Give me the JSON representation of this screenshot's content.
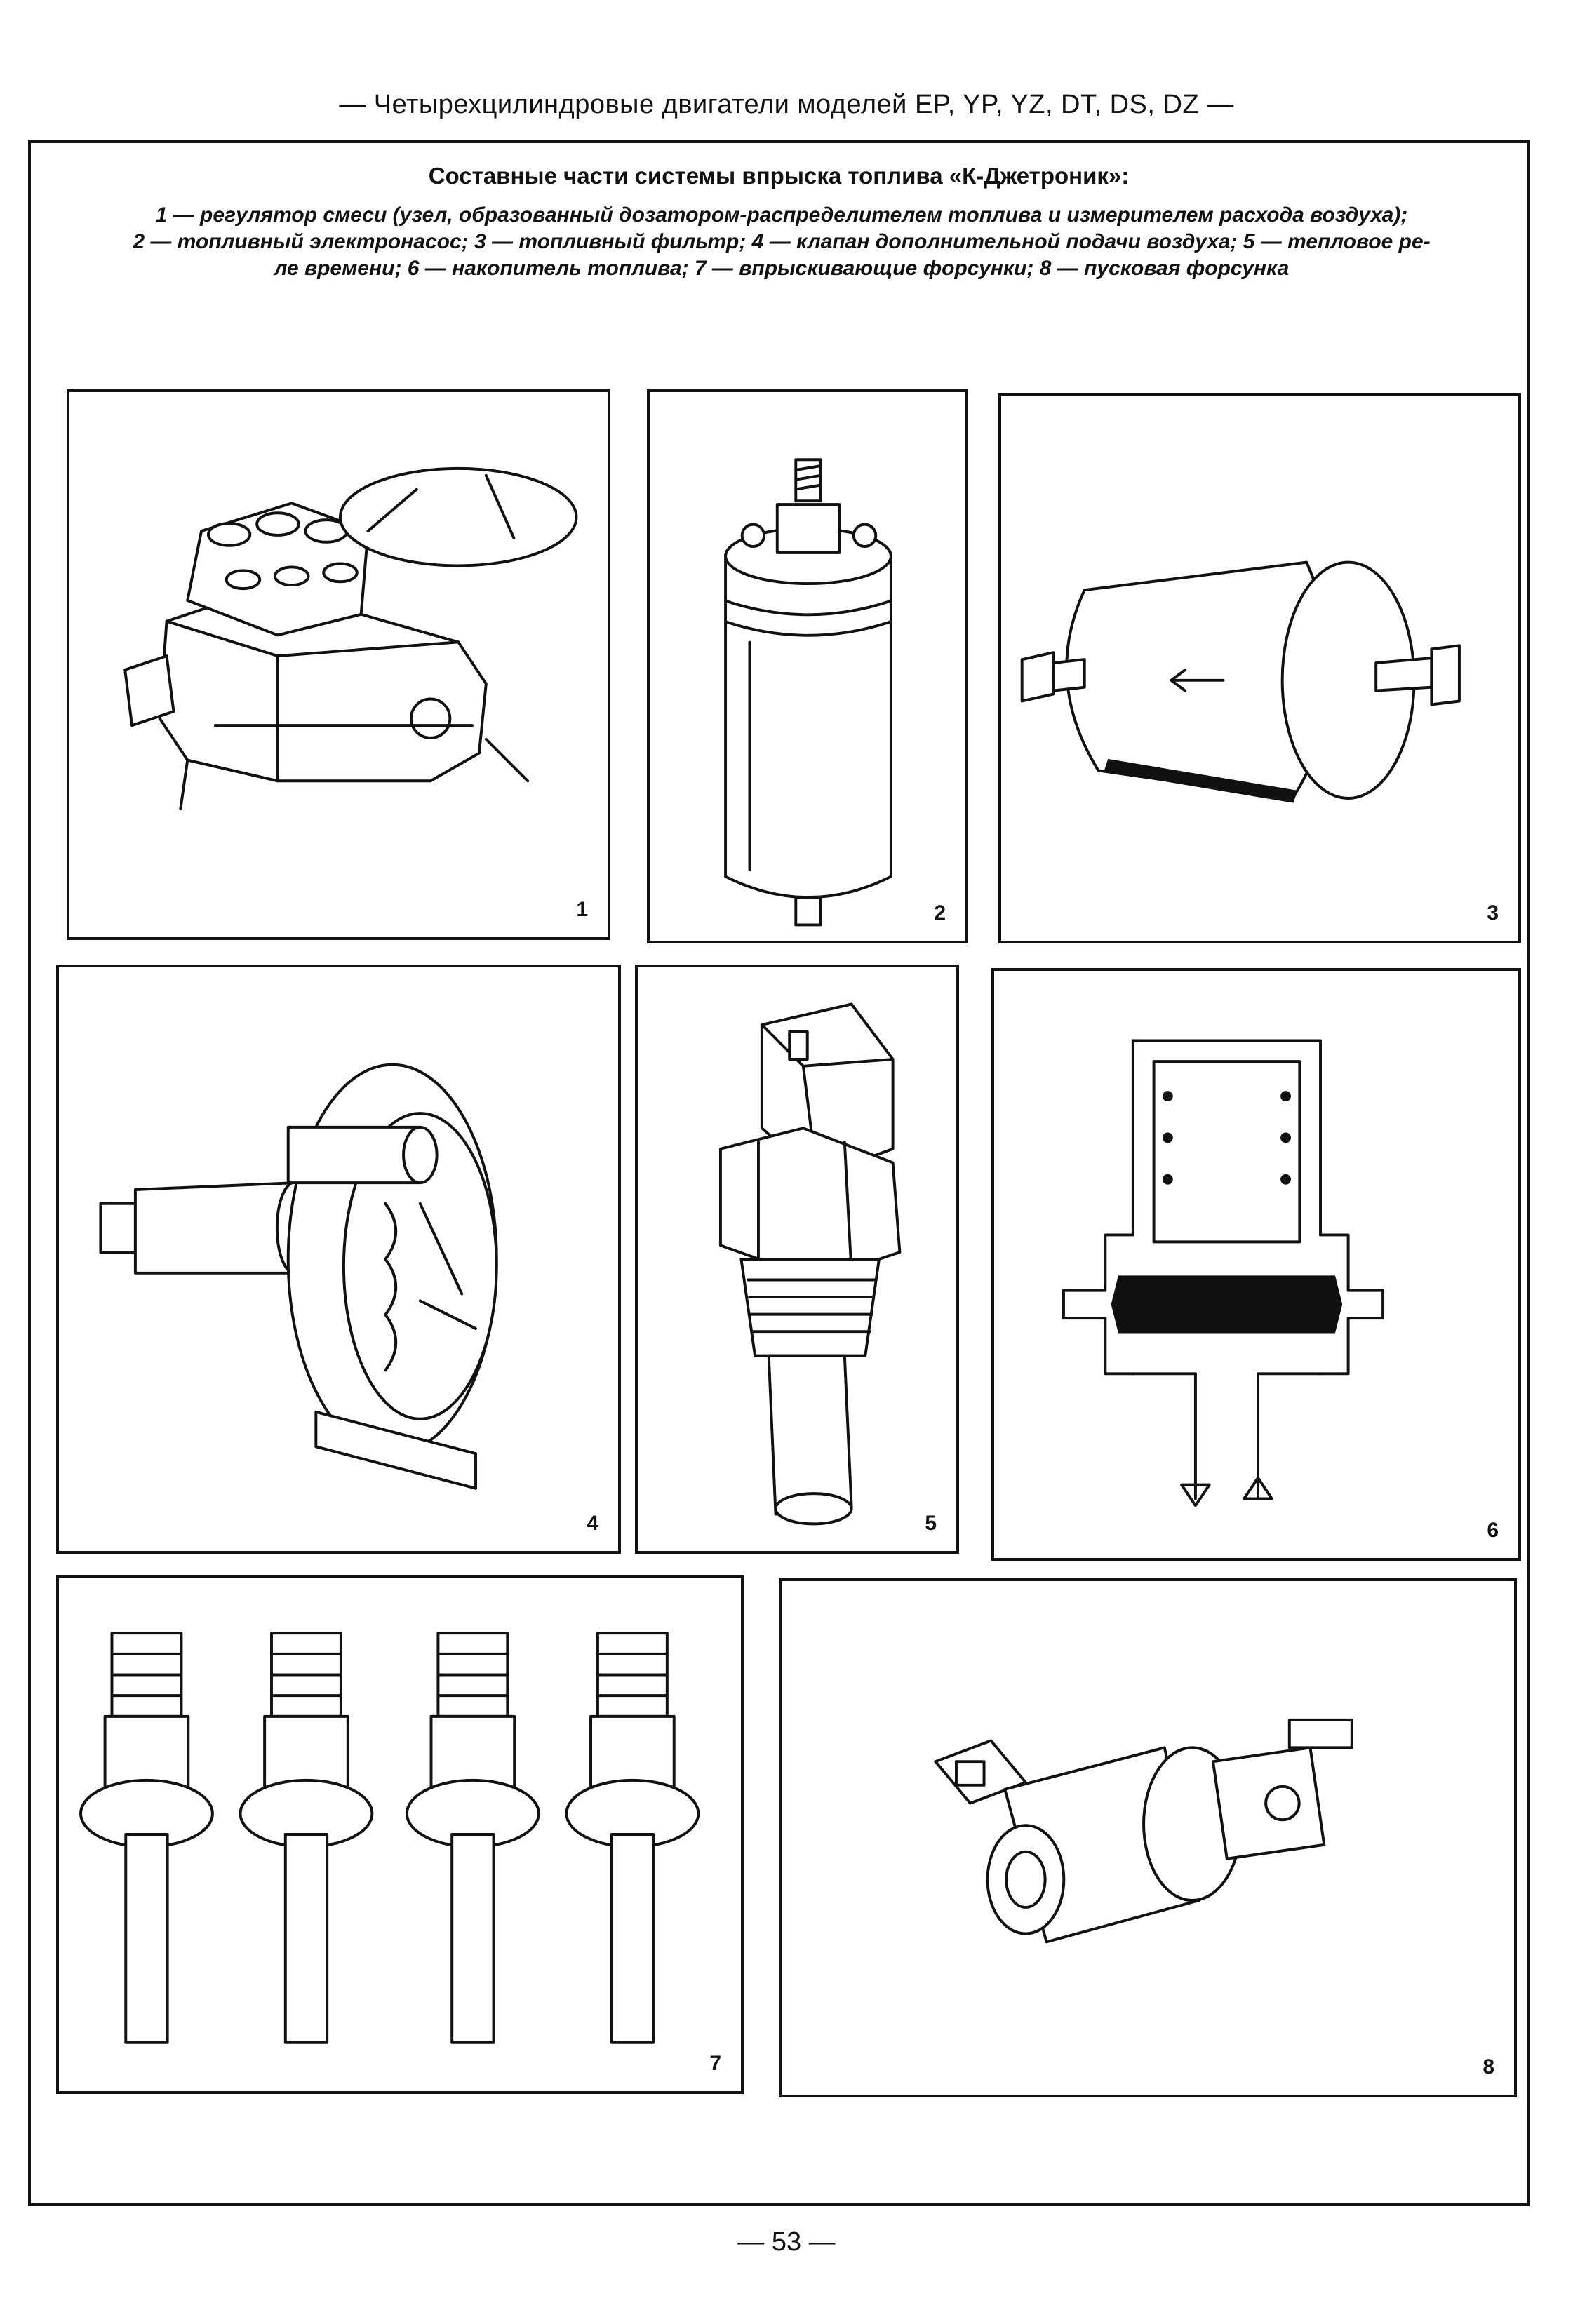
{
  "header": {
    "running_title": "— Четырехцилиндровые двигатели моделей EP, YP, YZ, DT, DS, DZ —"
  },
  "caption": {
    "title": "Составные части системы впрыска топлива «К-Джетроник»:",
    "line1": "1 — регулятор смеси (узел, образованный дозатором-распределителем топлива и измерителем расхода воздуха);",
    "line2": "2 — топливный электронасос; 3 — топливный фильтр; 4 — клапан дополнительной подачи воздуха; 5 — тепловое ре-",
    "line3": "ле времени; 6 — накопитель топлива; 7 — впрыскивающие форсунки; 8 — пусковая форсунка"
  },
  "figures": [
    {
      "number": "1",
      "icon": "mixture-regulator-illustration"
    },
    {
      "number": "2",
      "icon": "electric-fuel-pump-illustration"
    },
    {
      "number": "3",
      "icon": "fuel-filter-illustration"
    },
    {
      "number": "4",
      "icon": "auxiliary-air-valve-illustration"
    },
    {
      "number": "5",
      "icon": "thermo-time-switch-illustration"
    },
    {
      "number": "6",
      "icon": "fuel-accumulator-illustration"
    },
    {
      "number": "7",
      "icon": "injection-valves-illustration"
    },
    {
      "number": "8",
      "icon": "cold-start-valve-illustration"
    }
  ],
  "footer": {
    "page_number": "— 53 —"
  }
}
